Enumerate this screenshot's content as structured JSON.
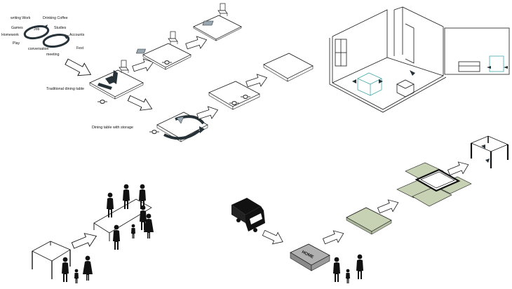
{
  "activity_cycle": {
    "labels": [
      "writing Work",
      "Drinking Coffee",
      "Games",
      "Job",
      "Studies",
      "Homework",
      "Accounts",
      "Play",
      "Fest",
      "conversation",
      "meeting"
    ]
  },
  "captions": {
    "traditional": "Traditional dining table",
    "storage": "Dining table with storage"
  },
  "delivery": {
    "box_label": "HOME"
  },
  "colors": {
    "line": "#1a1a1a",
    "accent_dark": "#263238",
    "panel_green": "#c7d1b4",
    "box_gray": "#9a9a9a",
    "plate": "#2a2a2a"
  },
  "icons": [
    "chair-icon",
    "plate-icon",
    "rotation-arrow-icon",
    "person-icon",
    "truck-icon",
    "sofa-icon",
    "window-icon"
  ]
}
